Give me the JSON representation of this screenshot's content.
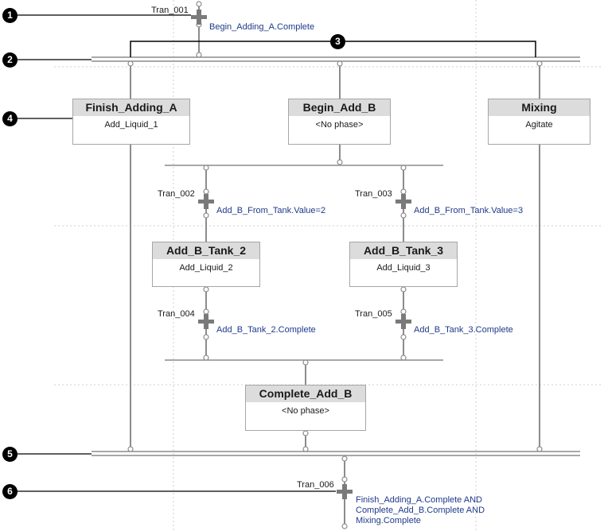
{
  "steps": {
    "finish_adding_a": {
      "name": "Finish_Adding_A",
      "phase": "Add_Liquid_1"
    },
    "begin_add_b": {
      "name": "Begin_Add_B",
      "phase": "<No phase>"
    },
    "mixing": {
      "name": "Mixing",
      "phase": "Agitate"
    },
    "add_b_tank_2": {
      "name": "Add_B_Tank_2",
      "phase": "Add_Liquid_2"
    },
    "add_b_tank_3": {
      "name": "Add_B_Tank_3",
      "phase": "Add_Liquid_3"
    },
    "complete_add_b": {
      "name": "Complete_Add_B",
      "phase": "<No phase>"
    }
  },
  "transitions": {
    "tran_001": {
      "name": "Tran_001",
      "condition": "Begin_Adding_A.Complete"
    },
    "tran_002": {
      "name": "Tran_002",
      "condition": "Add_B_From_Tank.Value=2"
    },
    "tran_003": {
      "name": "Tran_003",
      "condition": "Add_B_From_Tank.Value=3"
    },
    "tran_004": {
      "name": "Tran_004",
      "condition": "Add_B_Tank_2.Complete"
    },
    "tran_005": {
      "name": "Tran_005",
      "condition": "Add_B_Tank_3.Complete"
    },
    "tran_006": {
      "name": "Tran_006",
      "condition_lines": [
        "Finish_Adding_A.Complete AND",
        "Complete_Add_B.Complete AND",
        "Mixing.Complete"
      ]
    }
  },
  "callouts": [
    "1",
    "2",
    "3",
    "4",
    "5",
    "6"
  ],
  "colors": {
    "line": "#8c8c8c",
    "condition_text": "#1f3a8a",
    "step_header": "#dcdcdc",
    "callout": "#000000"
  }
}
